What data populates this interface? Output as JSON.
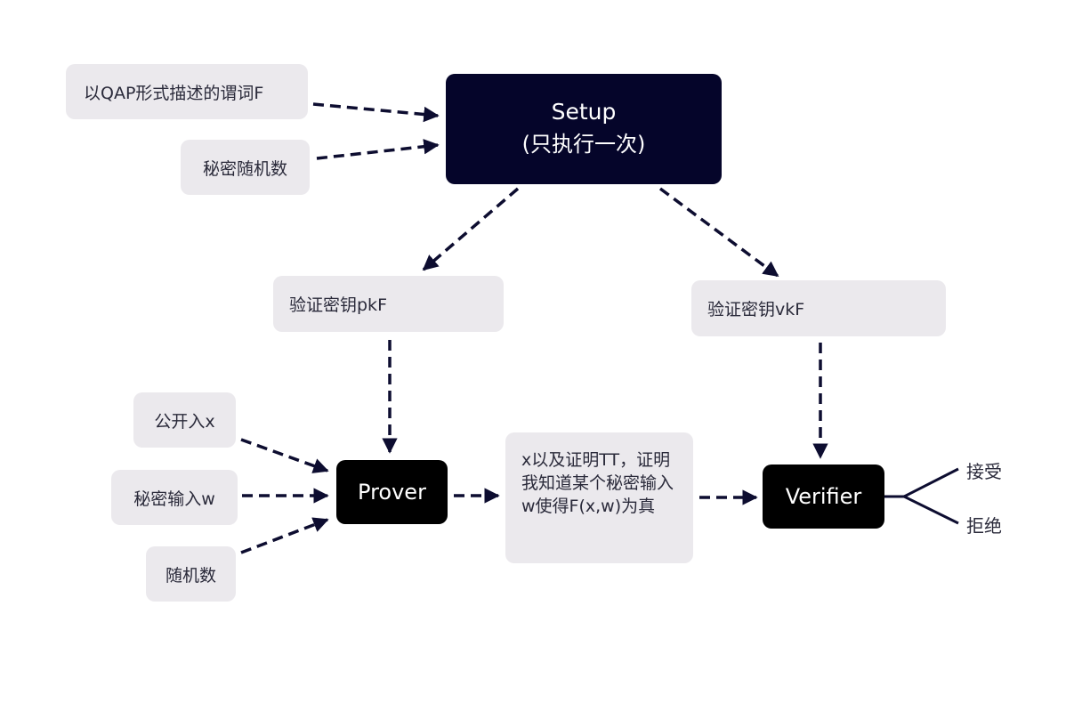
{
  "colors": {
    "setup_fill": "#05052a",
    "actor_fill": "#000000",
    "box_fill": "#ebe9ed",
    "arrow": "#0d0d30",
    "text": "#2a2a3a"
  },
  "nodes": {
    "predicate": "以QAP形式描述的谓词F",
    "secret_random_setup": "秘密随机数",
    "setup_title": "Setup",
    "setup_subtitle": "(只执行一次)",
    "pk": "验证密钥pkF",
    "vk": "验证密钥vkF",
    "public_input": "公开入x",
    "secret_input": "秘密输入w",
    "random": "随机数",
    "prover": "Prover",
    "proof": "x以及证明TT，证明我知道某个秘密输入w使得F(x,w)为真",
    "verifier": "Verifier",
    "accept": "接受",
    "reject": "拒绝"
  },
  "edges": [
    {
      "from": "predicate",
      "to": "setup",
      "style": "dashed"
    },
    {
      "from": "secret_random_setup",
      "to": "setup",
      "style": "dashed"
    },
    {
      "from": "setup",
      "to": "pk",
      "style": "dashed"
    },
    {
      "from": "setup",
      "to": "vk",
      "style": "dashed"
    },
    {
      "from": "pk",
      "to": "prover",
      "style": "dashed"
    },
    {
      "from": "vk",
      "to": "verifier",
      "style": "dashed"
    },
    {
      "from": "public_input",
      "to": "prover",
      "style": "dashed"
    },
    {
      "from": "secret_input",
      "to": "prover",
      "style": "dashed"
    },
    {
      "from": "random",
      "to": "prover",
      "style": "dashed"
    },
    {
      "from": "prover",
      "to": "proof",
      "style": "dashed"
    },
    {
      "from": "proof",
      "to": "verifier",
      "style": "dashed"
    },
    {
      "from": "verifier",
      "to": "accept",
      "style": "solid"
    },
    {
      "from": "verifier",
      "to": "reject",
      "style": "solid"
    }
  ]
}
